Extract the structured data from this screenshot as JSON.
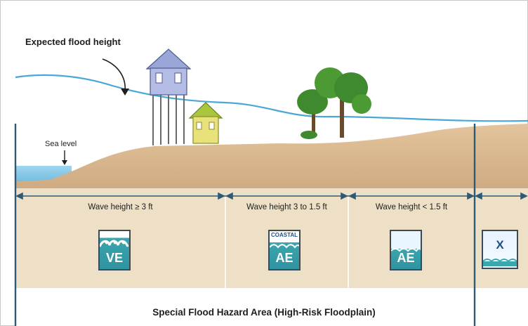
{
  "labels": {
    "expected_flood_height": "Expected flood height",
    "sea_level": "Sea level"
  },
  "wave_zones": [
    {
      "label": "Wave height ≥ 3 ft",
      "zone_code": "VE",
      "zone_tag": ""
    },
    {
      "label": "Wave height 3 to 1.5 ft",
      "zone_code": "AE",
      "zone_tag": "COASTAL"
    },
    {
      "label": "Wave height < 1.5 ft",
      "zone_code": "AE",
      "zone_tag": ""
    },
    {
      "label": "",
      "zone_code": "X",
      "zone_tag": ""
    }
  ],
  "footer": "Special Flood Hazard Area (High-Risk Floodplain)",
  "icons": [
    "arrow-left-icon",
    "arrow-right-icon",
    "wave-icon",
    "house-on-stilts",
    "house",
    "tree"
  ],
  "colors": {
    "water": "#7fc6e6",
    "flood_line": "#4aa7d6",
    "ground": "#d9b88f",
    "band": "#ede0c6",
    "zone_line": "#2e5a73",
    "zone_fill": "#3aa6ad",
    "zone_navy": "#1e4f8a"
  }
}
